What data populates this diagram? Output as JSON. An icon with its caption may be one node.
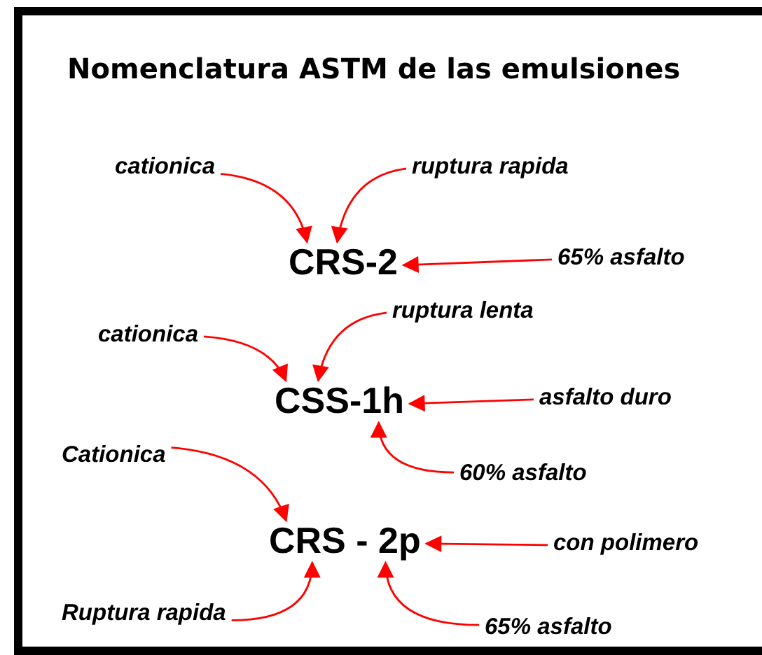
{
  "diagram": {
    "title": "Nomenclatura ASTM de las emulsiones",
    "nodes": [
      {
        "text": [
          "cationica"
        ]
      },
      {
        "text": [
          "ruptura rapida"
        ]
      },
      {
        "text": [
          "CRS-2"
        ]
      },
      {
        "text": [
          "65% asfalto"
        ]
      },
      {
        "text": [
          "ruptura lenta"
        ]
      },
      {
        "text": [
          "cationica"
        ]
      },
      {
        "text": [
          "CSS-1h"
        ]
      },
      {
        "text": [
          "asfalto duro"
        ]
      },
      {
        "text": [
          "60% asfalto"
        ]
      },
      {
        "text": [
          "Cationica"
        ]
      },
      {
        "text": [
          "CRS - 2p"
        ]
      },
      {
        "text": [
          "con polimero"
        ]
      },
      {
        "text": [
          "Ruptura rapida"
        ]
      },
      {
        "text": [
          "65% asfalto"
        ]
      }
    ],
    "edges": [
      {
        "from": 0,
        "to": 2,
        "arrow": "to",
        "color": "#ff0000"
      },
      {
        "from": 1,
        "to": 2,
        "arrow": "to",
        "color": "#ff0000"
      },
      {
        "from": 3,
        "to": 2,
        "arrow": "to",
        "color": "#ff0000"
      },
      {
        "from": 4,
        "to": 6,
        "arrow": "to",
        "color": "#ff0000"
      },
      {
        "from": 5,
        "to": 6,
        "arrow": "to",
        "color": "#ff0000"
      },
      {
        "from": 8,
        "to": 6,
        "arrow": "to",
        "color": "#ff0000"
      },
      {
        "from": 9,
        "to": 10,
        "arrow": "to",
        "color": "#ff0000"
      },
      {
        "from": 11,
        "to": 10,
        "arrow": "to",
        "color": "#ff0000"
      },
      {
        "from": 12,
        "to": 10,
        "arrow": "to",
        "color": "#ff0000"
      },
      {
        "from": 13,
        "to": 10,
        "arrow": "to",
        "color": "#ff0000"
      },
      {
        "from": 7,
        "to": 6,
        "arrow": "to",
        "color": "#ff0000"
      }
    ]
  }
}
